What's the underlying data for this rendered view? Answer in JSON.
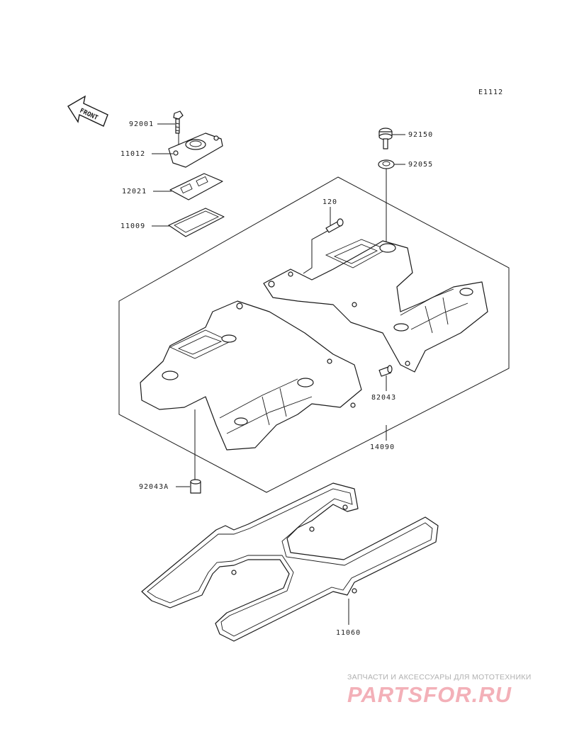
{
  "diagram_code": "E1112",
  "front_label": "FRONT",
  "parts": {
    "p92001": "92001",
    "p11012": "11012",
    "p12021": "12021",
    "p11009": "11009",
    "p120": "120",
    "p92150": "92150",
    "p92055": "92055",
    "p82043": "82043",
    "p14090": "14090",
    "p92043A": "92043A",
    "p11060": "11060"
  },
  "watermark": {
    "tagline": "ЗАПЧАСТИ И АКСЕССУАРЫ ДЛЯ МОТОТЕХНИКИ",
    "logo": "PARTSFOR.RU",
    "logo_color": "#f3b0b8"
  }
}
